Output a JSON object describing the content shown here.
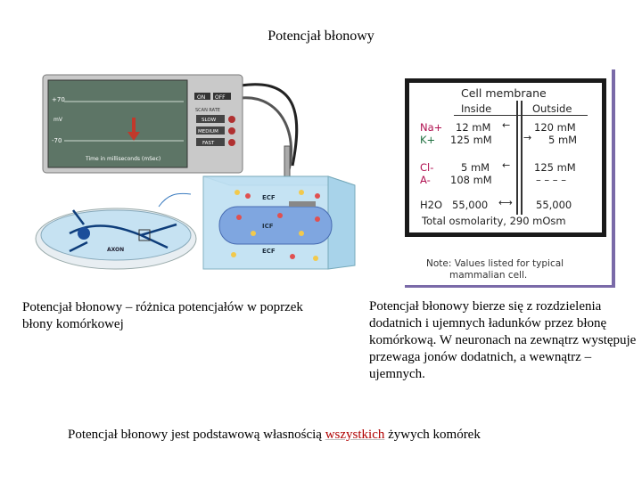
{
  "title": "Potencjał błonowy",
  "illustration": {
    "screen_top": "+70",
    "screen_mid": "mV",
    "screen_bottom": "-70",
    "screen_caption": "Time in milliseconds (mSec)",
    "btn_on": "ON",
    "btn_off": "OFF",
    "scan_rate": "SCAN RATE",
    "slow": "SLOW",
    "medium": "MEDIUM",
    "fast": "FAST",
    "ecf": "ECF",
    "icf": "ICF",
    "axon": "AXON"
  },
  "membrane_table": {
    "heading": "Cell membrane",
    "col_inside": "Inside",
    "col_outside": "Outside",
    "rows": [
      {
        "ion": "Na+",
        "inside": "12 mM",
        "outside": "120 mM"
      },
      {
        "ion": "K+",
        "inside": "125 mM",
        "outside": "5 mM"
      },
      {
        "ion": "Cl-",
        "inside": "5 mM",
        "outside": "125 mM"
      },
      {
        "ion": "A-",
        "inside": "108 mM",
        "outside": "– – – –"
      },
      {
        "ion": "H2O",
        "inside": "55,000",
        "outside": "55,000"
      }
    ],
    "total": "Total osmolarity, 290 mOsm",
    "note_line1": "Note: Values listed for typical",
    "note_line2": "mammalian cell."
  },
  "left_text": "Potencjał błonowy – różnica potencjałów w poprzek błony komórkowej",
  "right_text": "Potencjał błonowy bierze się z rozdzielenia dodatnich i ujemnych ładunków przez błonę komórkową. W neuronach na zewnątrz występuje przewaga jonów dodatnich, a wewnątrz – ujemnych.",
  "bottom_text_before": "Potencjał błonowy jest podstawową własnością ",
  "bottom_text_highlight": "wszystkich",
  "bottom_text_after": " żywych komórek",
  "colors": {
    "highlight": "#b00000",
    "panel_border": "#7a6aa8",
    "screen": "#6f8878"
  }
}
